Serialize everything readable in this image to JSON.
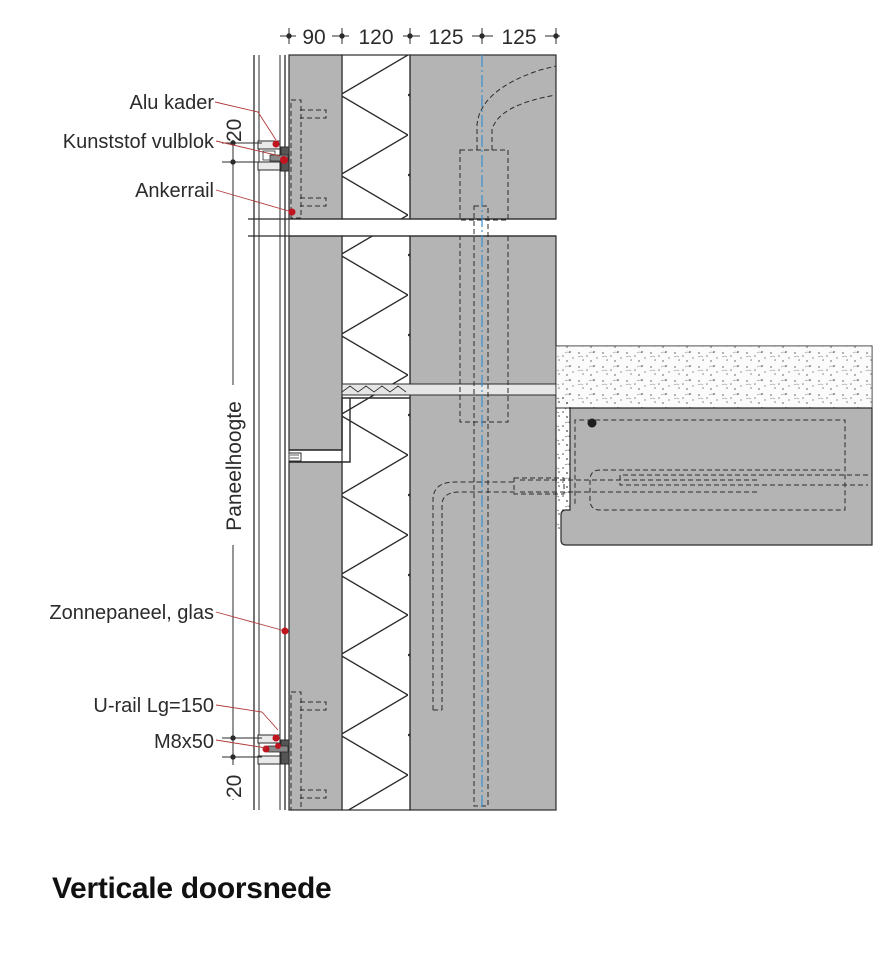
{
  "caption": "Verticale doorsnede",
  "dimensions_top": [
    "90",
    "120",
    "125",
    "125"
  ],
  "dimension_joint_top": "20",
  "dimension_joint_bottom": "20",
  "dimension_panel_height": "Paneelhoogte",
  "labels": {
    "alu_frame": "Alu kader",
    "plastic_filler": "Kunststof vulblok",
    "anchor_rail": "Ankerrail",
    "solar_panel_glass": "Zonnepaneel, glas",
    "u_rail": "U-rail Lg=150",
    "bolt": "M8x50"
  },
  "colors": {
    "concrete": "#b4b4b4",
    "leader": "#c0392b",
    "marker": "#c0141e",
    "axis": "#3a8fd0",
    "line": "#2b2b2b"
  }
}
